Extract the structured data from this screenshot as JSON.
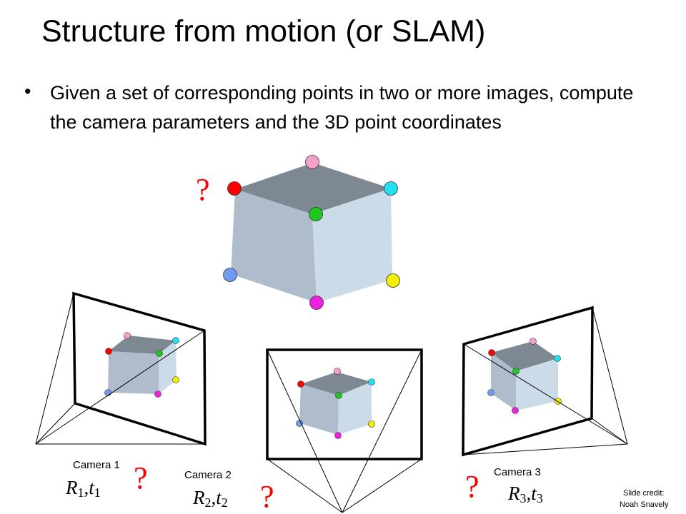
{
  "slide": {
    "title": "Structure from motion (or SLAM)",
    "bullet_marker": "•",
    "bullet_text": "Given a set of corresponding points in two or more images, compute the camera parameters and the 3D point coordinates",
    "question_mark": "?"
  },
  "cameras": [
    {
      "label": "Camera 1",
      "pose": {
        "R": "R",
        "t": "t",
        "sub": "1"
      }
    },
    {
      "label": "Camera 2",
      "pose": {
        "R": "R",
        "t": "t",
        "sub": "2"
      }
    },
    {
      "label": "Camera 3",
      "pose": {
        "R": "R",
        "t": "t",
        "sub": "3"
      }
    }
  ],
  "credit": {
    "line1": "Slide credit:",
    "line2": "Noah Snavely"
  },
  "colors": {
    "red": "#ff0000",
    "pink": "#f4a0c8",
    "cyan": "#22e0f0",
    "green": "#1ec81e",
    "blue": "#6f9bef",
    "yellow": "#f0f000",
    "magenta": "#f020e0",
    "cube_top": "#7e8893",
    "cube_left": "#aebccc",
    "cube_right": "#ccdbe8"
  }
}
